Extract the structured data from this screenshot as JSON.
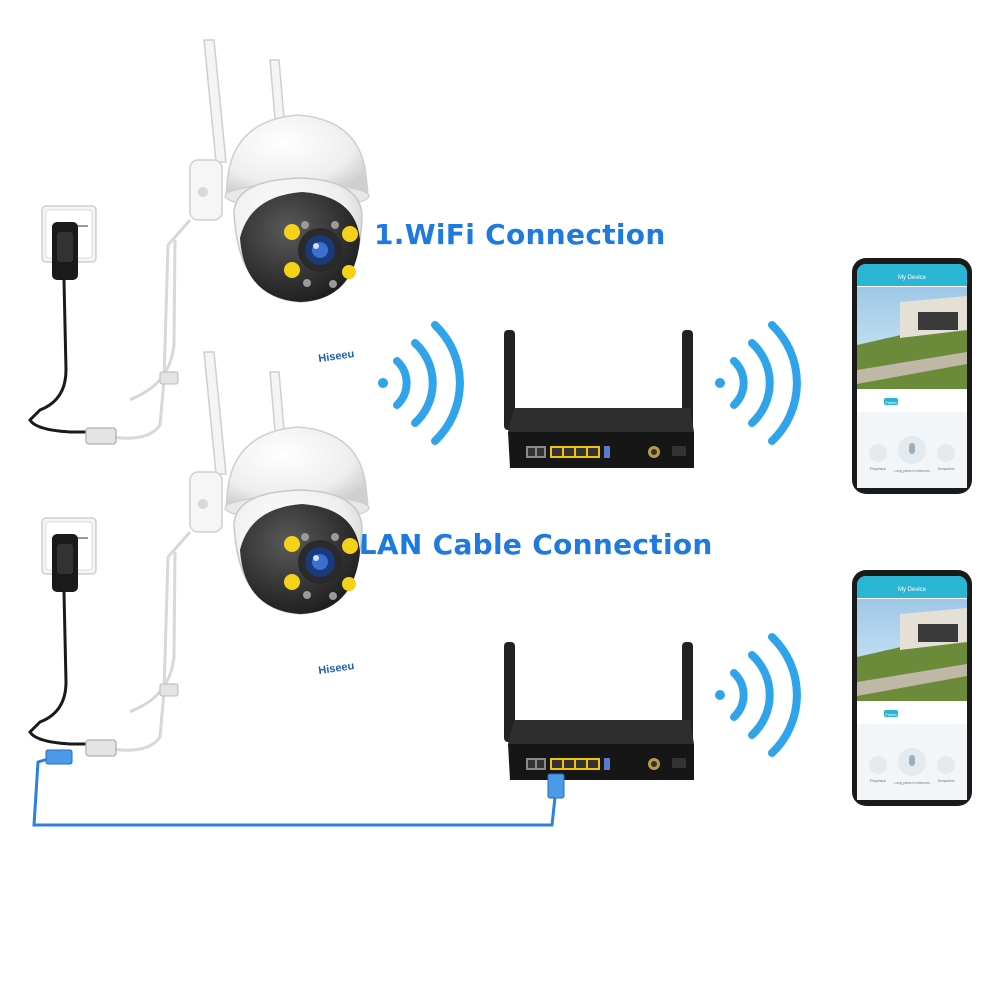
{
  "titles": {
    "wifi": "1.WiFi Connection",
    "lan": "2.LAN Cable Connection"
  },
  "camera": {
    "brand": "Hiseeu"
  },
  "phone": {
    "header": "My Device",
    "btn_playback": "Playback",
    "btn_snapshot": "Snapshot",
    "hint": "Long press to intercom",
    "quality": "Fluent"
  },
  "colors": {
    "accent": "#1f7ae0",
    "wave": "#2fa4ea",
    "lan_cable": "#2f7fe0",
    "router": "#1e1e1e",
    "port_yellow": "#f2c20a"
  },
  "icons": [
    "wall-socket-icon",
    "power-adapter-icon",
    "ptz-camera-icon",
    "wifi-wave-icon",
    "router-icon",
    "smartphone-icon"
  ]
}
